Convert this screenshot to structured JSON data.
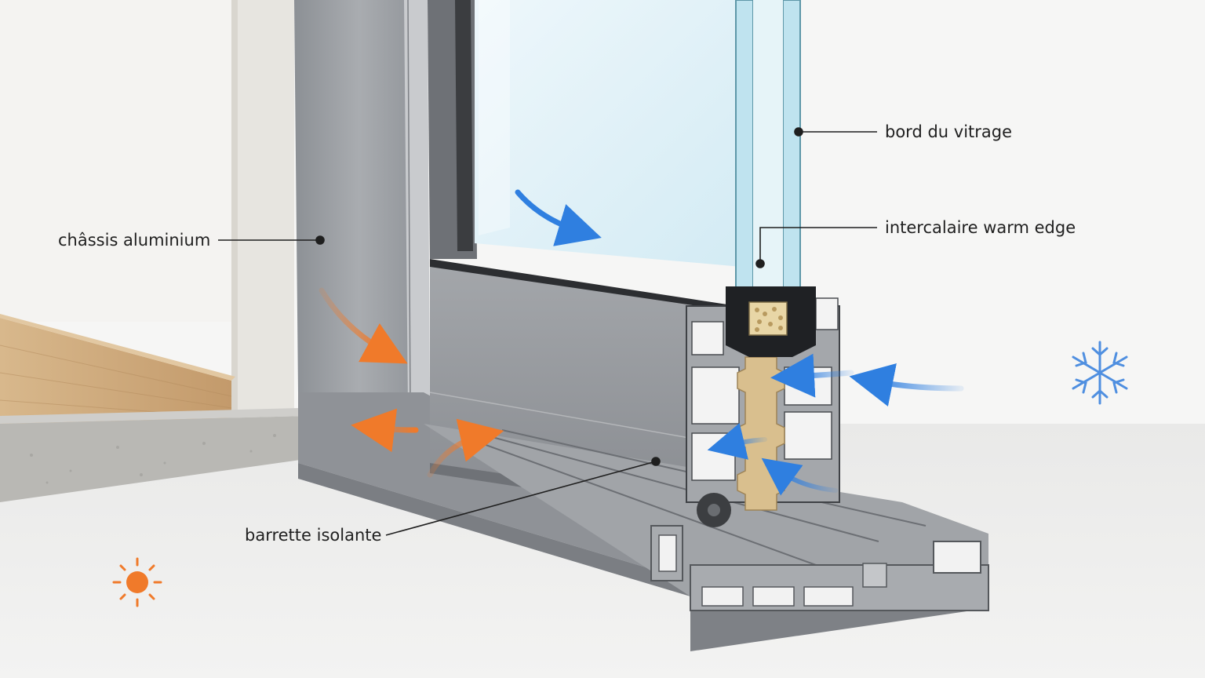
{
  "labels": {
    "glazing_edge": "bord du vitrage",
    "warm_edge_spacer": "intercalaire warm edge",
    "aluminium_frame": "châssis aluminium",
    "thermal_break": "barrette isolante"
  },
  "icons": {
    "warm_side": "sun-icon",
    "cold_side": "snowflake-icon"
  },
  "colors": {
    "warm_arrow": "#f07a2a",
    "cold_arrow": "#2f7fe0",
    "aluminium": "#9a9da1",
    "thermal_break": "#d9bf8e",
    "glass": "#bfe3ef",
    "wood_floor": "#c9a57a",
    "sun": "#f07a2a",
    "snowflake": "#4f8fe0"
  }
}
